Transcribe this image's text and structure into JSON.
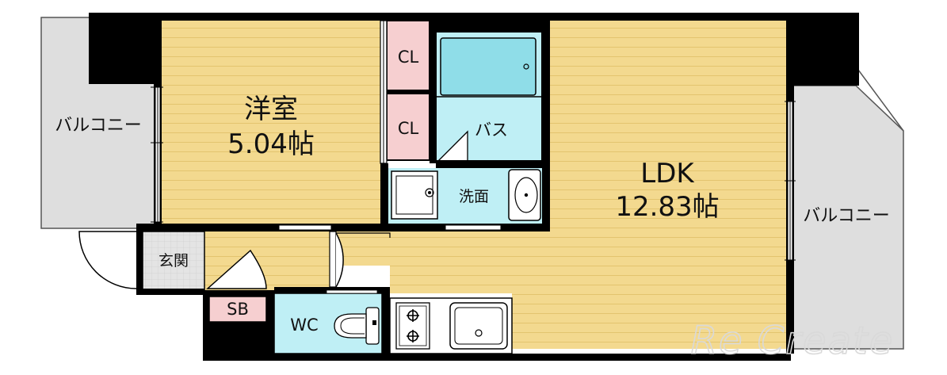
{
  "rooms": {
    "western_room": {
      "name": "洋室",
      "size": "5.04帖"
    },
    "ldk": {
      "name": "LDK",
      "size": "12.83帖"
    },
    "closet_1": "CL",
    "closet_2": "CL",
    "bath": "バス",
    "washroom": "洗面",
    "entrance": "玄関",
    "shoe_box": "SB",
    "toilet": "WC",
    "balcony_left": "バルコニー",
    "balcony_right": "バルコニー"
  },
  "watermark": "Re Create",
  "colors": {
    "floor_wood": "#f3d98f",
    "floor_stripe": "#e6c877",
    "wall": "#000000",
    "closet": "#f6cfd0",
    "wet_area": "#bfeff5",
    "bathtub": "#8fdde8",
    "balcony": "#dedede",
    "entrance_tile": "#e4e4e4",
    "kitchen": "#ffffff"
  }
}
